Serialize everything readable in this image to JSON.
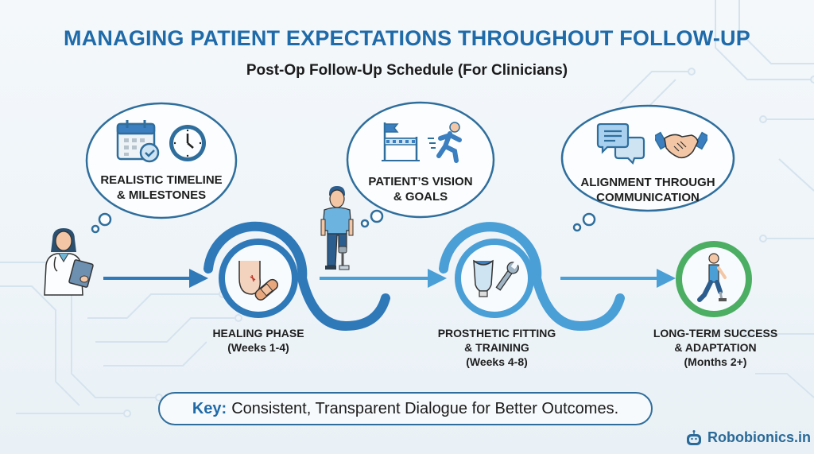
{
  "header": {
    "title": "MANAGING PATIENT EXPECTATIONS THROUGHOUT FOLLOW-UP",
    "subtitle": "Post-Op Follow-Up Schedule (For Clinicians)"
  },
  "thought_bubbles": [
    {
      "label_line1": "REALISTIC TIMELINE",
      "label_line2": "& MILESTONES",
      "icons": [
        "calendar-check-icon",
        "clock-icon"
      ]
    },
    {
      "label_line1": "PATIENT’S VISION",
      "label_line2": "& GOALS",
      "icons": [
        "finish-line-flag-icon",
        "running-person-icon"
      ]
    },
    {
      "label_line1": "ALIGNMENT THROUGH",
      "label_line2": "COMMUNICATION",
      "icons": [
        "chat-bubbles-icon",
        "handshake-icon"
      ]
    }
  ],
  "phases": [
    {
      "title_line1": "HEALING PHASE",
      "title_line2": "",
      "timeframe": "(Weeks 1-4)",
      "icon": "bandaged-limb-icon",
      "ring_color": "#2f79b9"
    },
    {
      "title_line1": "PROSTHETIC FITTING",
      "title_line2": "& TRAINING",
      "timeframe": "(Weeks 4-8)",
      "icon": "prosthetic-socket-wrench-icon",
      "ring_color": "#4a9fd6"
    },
    {
      "title_line1": "LONG-TERM SUCCESS",
      "title_line2": "& ADAPTATION",
      "timeframe": "(Months 2+)",
      "icon": "walking-amputee-icon",
      "ring_color": "#4cae63"
    }
  ],
  "characters": {
    "clinician": "clinician-with-clipboard",
    "patient": "patient-with-prosthetic-leg"
  },
  "key": {
    "label": "Key:",
    "text": "Consistent, Transparent Dialogue for Better Outcomes."
  },
  "brand": {
    "name": "Robobionics.in"
  },
  "colors": {
    "title": "#1f6aa8",
    "path_dark": "#2f79b9",
    "path_light": "#4a9fd6",
    "success": "#4cae63",
    "bubble_border": "#2f6e9c"
  }
}
